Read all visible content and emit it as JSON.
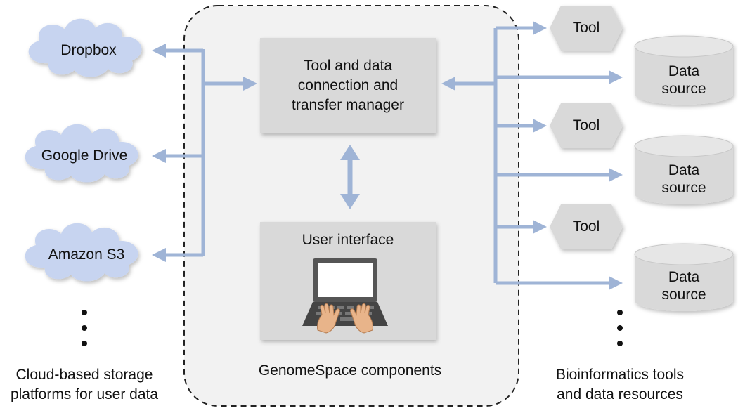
{
  "clouds": [
    {
      "label": "Dropbox"
    },
    {
      "label": "Google Drive"
    },
    {
      "label": "Amazon S3"
    }
  ],
  "manager": {
    "lines": [
      "Tool and data",
      "connection and",
      "transfer manager"
    ]
  },
  "user_interface": {
    "title": "User interface"
  },
  "components_caption": "GenomeSpace components",
  "tools": [
    {
      "label": "Tool"
    },
    {
      "label": "Tool"
    },
    {
      "label": "Tool"
    }
  ],
  "data_sources": [
    {
      "line1": "Data",
      "line2": "source"
    },
    {
      "line1": "Data",
      "line2": "source"
    },
    {
      "line1": "Data",
      "line2": "source"
    }
  ],
  "left_caption": {
    "line1": "Cloud-based storage",
    "line2": "platforms for user data"
  },
  "right_caption": {
    "line1": "Bioinformatics tools",
    "line2": "and data resources"
  },
  "colors": {
    "arrow": "#9fb4d6",
    "cloud": "#c7d4f0",
    "box": "#d9d9d9",
    "shape": "#d9d9d9",
    "panel": "#f2f2f2"
  }
}
